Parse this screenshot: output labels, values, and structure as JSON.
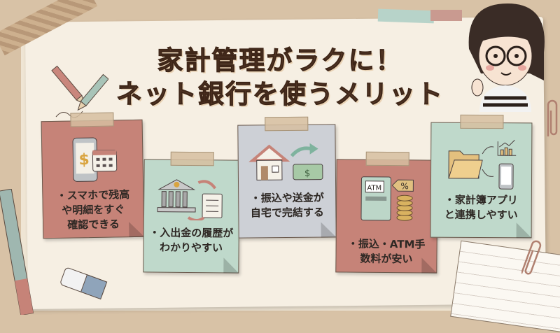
{
  "title": {
    "line1": "家計管理がラクに！",
    "line2": "ネット銀行を使うメリット"
  },
  "notes": [
    {
      "text1": "・スマホで残高",
      "text2": "や明細をすぐ",
      "text3": "確認できる",
      "icon": "smartphone-calendar-icon",
      "color": "#c68378"
    },
    {
      "text1": "・入出金の履歴が",
      "text2": "わかりやすい",
      "icon": "bank-clipboard-icon",
      "color": "#bfd9cb"
    },
    {
      "text1": "・振込や送金が",
      "text2": "自宅で完結する",
      "icon": "house-money-icon",
      "color": "#cdd0d6"
    },
    {
      "text1": "・振込・ATM手",
      "text2": "数料が安い",
      "icon": "atm-coins-icon",
      "color": "#c68378",
      "atm_label": "ATM",
      "discount": "%"
    },
    {
      "text1": "・家計簿アプリ",
      "text2": "と連携しやすい",
      "icon": "folder-chart-phone-icon",
      "color": "#bfd9cb"
    }
  ]
}
